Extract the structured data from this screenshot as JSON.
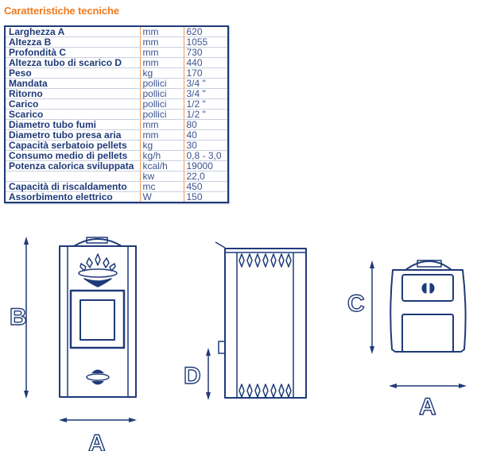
{
  "title": "Caratteristiche tecniche",
  "colors": {
    "title": "#f07a1c",
    "line": "#1f3a78",
    "column_divider": "#f09a55"
  },
  "specs": [
    {
      "label": "Larghezza A",
      "unit": "mm",
      "value": "620"
    },
    {
      "label": "Altezza B",
      "unit": "mm",
      "value": "1055"
    },
    {
      "label": "Profondità C",
      "unit": "mm",
      "value": "730"
    },
    {
      "label": "Altezza tubo di scarico D",
      "unit": "mm",
      "value": "440"
    },
    {
      "label": "Peso",
      "unit": "kg",
      "value": "170"
    },
    {
      "label": "Mandata",
      "unit": "pollici",
      "value": "3/4 \""
    },
    {
      "label": "Ritorno",
      "unit": "pollici",
      "value": "3/4 \""
    },
    {
      "label": "Carico",
      "unit": "pollici",
      "value": "1/2 \""
    },
    {
      "label": "Scarico",
      "unit": "pollici",
      "value": "1/2 \""
    },
    {
      "label": "Diametro tubo fumi",
      "unit": "mm",
      "value": "80"
    },
    {
      "label": "Diametro tubo presa aria",
      "unit": "mm",
      "value": "40"
    },
    {
      "label": "Capacità serbatoio pellets",
      "unit": "kg",
      "value": "30"
    },
    {
      "label": "Consumo medio di pellets",
      "unit": "kg/h",
      "value": "0,8 - 3,0"
    },
    {
      "label": "Potenza calorica sviluppata",
      "unit": "kcal/h",
      "value": "19000"
    },
    {
      "label": "",
      "unit": "kw",
      "value": "22,0"
    },
    {
      "label": "Capacità di riscaldamento",
      "unit": "mc",
      "value": "450"
    },
    {
      "label": "Assorbimento elettrico",
      "unit": "W",
      "value": "150"
    }
  ],
  "drawings": {
    "front": {
      "height_label": "B",
      "width_label": "A"
    },
    "side": {
      "dimension_label": "D"
    },
    "top": {
      "depth_label": "C",
      "width_label": "A"
    }
  }
}
